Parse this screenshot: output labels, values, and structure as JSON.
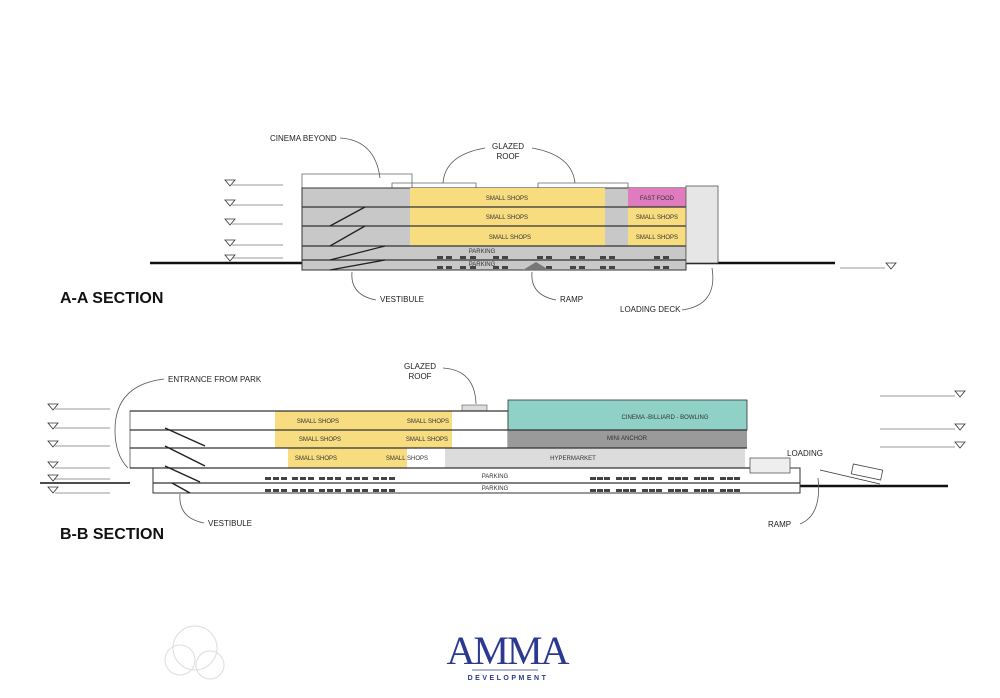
{
  "section_aa": {
    "title": "A-A SECTION",
    "labels": {
      "cinema_beyond": "CINEMA   BEYOND",
      "glazed_roof_1": "GLAZED",
      "glazed_roof_2": "ROOF",
      "vestibule": "VESTIBULE",
      "ramp": "RAMP",
      "loading_deck": "LOADING DECK"
    },
    "zones": {
      "shops_1": "SMALL SHOPS",
      "shops_2": "SMALL SHOPS",
      "shops_3": "SMALL SHOPS",
      "fast_food": "FAST FOOD",
      "shops_right_2": "SMALL SHOPS",
      "shops_right_3": "SMALL SHOPS",
      "parking_1": "PARKING",
      "parking_2": "PARKING"
    }
  },
  "section_bb": {
    "title": "B-B SECTION",
    "labels": {
      "entrance": "ENTRANCE FROM PARK",
      "glazed_roof_1": "GLAZED",
      "glazed_roof_2": "ROOF",
      "vestibule": "VESTIBULE",
      "ramp": "RAMP",
      "loading": "LOADING"
    },
    "zones": {
      "shops_a1": "SMALL SHOPS",
      "shops_a2": "SMALL SHOPS",
      "shops_b1": "SMALL SHOPS",
      "shops_b2": "SMALL SHOPS",
      "shops_c1": "SMALL SHOPS",
      "shops_c2": "SMALL SHOPS",
      "cinema": "CINEMA -BILLIARD - BOWLING",
      "mini_anchor": "MINI ANCHOR",
      "hypermarket": "HYPERMARKET",
      "parking_1": "PARKING",
      "parking_2": "PARKING"
    }
  },
  "logo": {
    "name": "AMMA",
    "sub": "DEVELOPMENT"
  },
  "colors": {
    "shops": "#f7dc80",
    "fast_food": "#e07bbf",
    "cinema": "#8fd1c6",
    "mini_anchor": "#9a9a9a",
    "hypermarket": "#dcdcdc",
    "structure": "#c8c8c8",
    "brand": "#2b3990"
  }
}
